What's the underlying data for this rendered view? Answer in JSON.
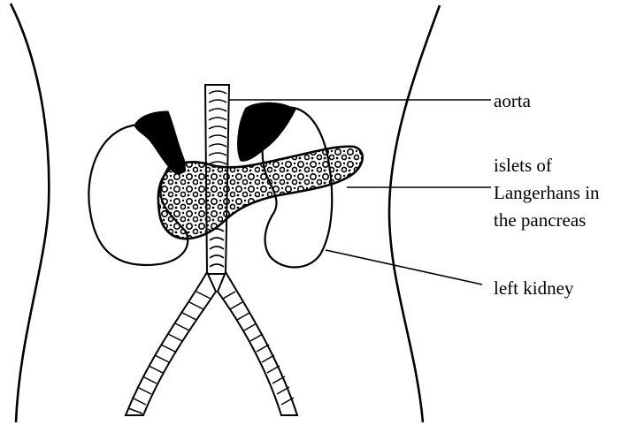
{
  "labels": {
    "aorta": "aorta",
    "islets_line1": "islets of",
    "islets_line2": "Langerhans in",
    "islets_line3": "the pancreas",
    "left_kidney": "left kidney"
  },
  "colors": {
    "ink": "#000000",
    "paper": "#ffffff"
  }
}
